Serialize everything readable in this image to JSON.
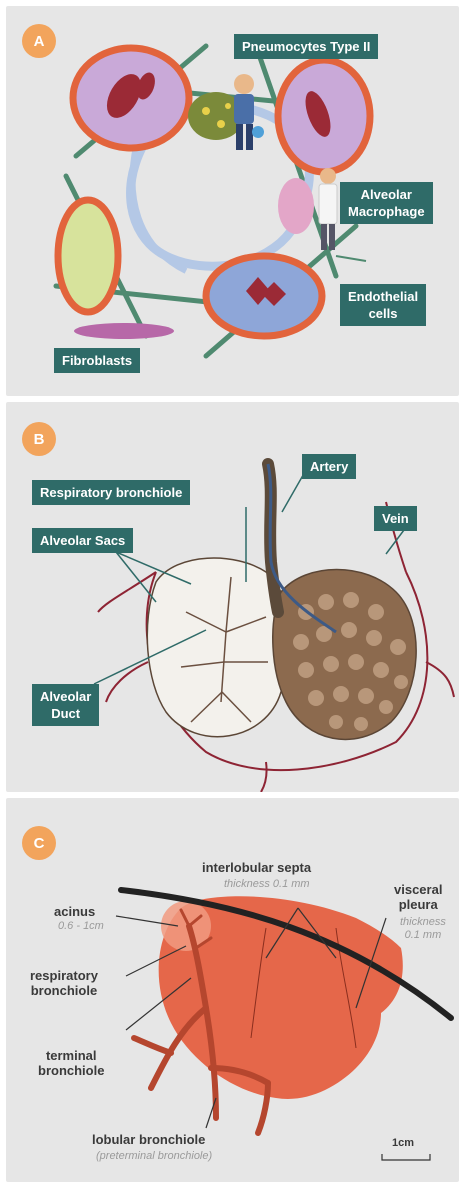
{
  "panel_a": {
    "badge": "A",
    "labels": {
      "pneumocytes": "Pneumocytes Type II",
      "macrophage_1": "Alveolar",
      "macrophage_2": "Macrophage",
      "endothelial_1": "Endothelial",
      "endothelial_2": "cells",
      "fibroblasts": "Fibroblasts"
    }
  },
  "panel_b": {
    "badge": "B",
    "labels": {
      "respiratory_bronchiole": "Respiratory bronchiole",
      "artery": "Artery",
      "vein": "Vein",
      "alveolar_sacs": "Alveolar Sacs",
      "alveolar_duct_1": "Alveolar",
      "alveolar_duct_2": "Duct"
    }
  },
  "panel_c": {
    "badge": "C",
    "labels": {
      "septa": "interlobular septa",
      "septa_thickness": "thickness 0.1 mm",
      "pleura_1": "visceral",
      "pleura_2": "pleura",
      "pleura_thickness_1": "thickness",
      "pleura_thickness_2": "0.1 mm",
      "acinus": "acinus",
      "acinus_size": "0.6 - 1cm",
      "resp_bronchiole_1": "respiratory",
      "resp_bronchiole_2": "bronchiole",
      "terminal_1": "terminal",
      "terminal_2": "bronchiole",
      "lobular": "lobular bronchiole",
      "lobular_sub": "(preterminal bronchiole)",
      "scale": "1cm"
    }
  },
  "colors": {
    "panel_bg": "#e6e6e6",
    "badge": "#f2a45c",
    "label_bg": "#2f6b68",
    "capillary_rim": "#e2643c",
    "capillary_fill": "#c9a9d8",
    "blood_cell": "#9b2a36",
    "septal_fiber": "#4f8a70",
    "lobule": "#e5674a",
    "bronchiole": "#b5462e",
    "vessel": "#8e2434",
    "pleura": "#222222"
  }
}
